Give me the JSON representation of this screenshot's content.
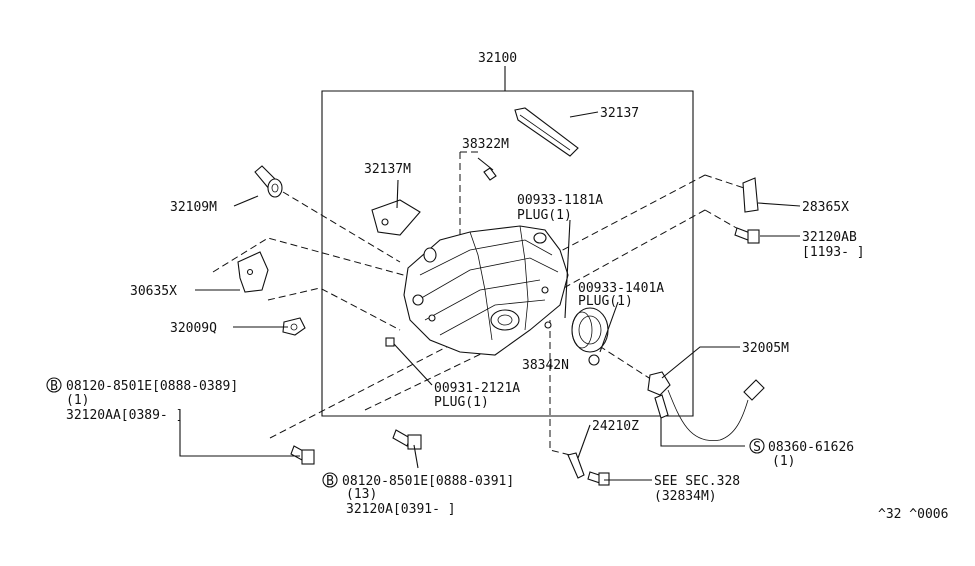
{
  "labels": {
    "p32100": "32100",
    "p32137": "32137",
    "p38322M": "38322M",
    "p32137M": "32137M",
    "p32109M": "32109M",
    "p28365X": "28365X",
    "p00933_1181A": "00933-1181A",
    "plug1_a": "PLUG(1)",
    "p32120AB": "32120AB",
    "p32120AB_date": "[1193-     ]",
    "p30635X": "30635X",
    "p00933_1401A": "00933-1401A",
    "plug1_b": "PLUG(1)",
    "p32009Q": "32009Q",
    "p38342N": "38342N",
    "p32005M": "32005M",
    "b1_num": "08120-8501E[0888-0389]",
    "b1_qty": "(1)",
    "b1_alt": "32120AA[0389-     ]",
    "p00931_2121A": "00931-2121A",
    "plug1_c": "PLUG(1)",
    "p24210Z": "24210Z",
    "s_num": "08360-61626",
    "s_qty": "(1)",
    "b2_num": "08120-8501E[0888-0391]",
    "b2_qty": "(13)",
    "b2_alt": "32120A[0391-     ]",
    "see_sec": "SEE SEC.328",
    "see_sec_part": "(32834M)",
    "page_ref": "^32 ^0006",
    "badge_b": "B",
    "badge_s": "S"
  }
}
